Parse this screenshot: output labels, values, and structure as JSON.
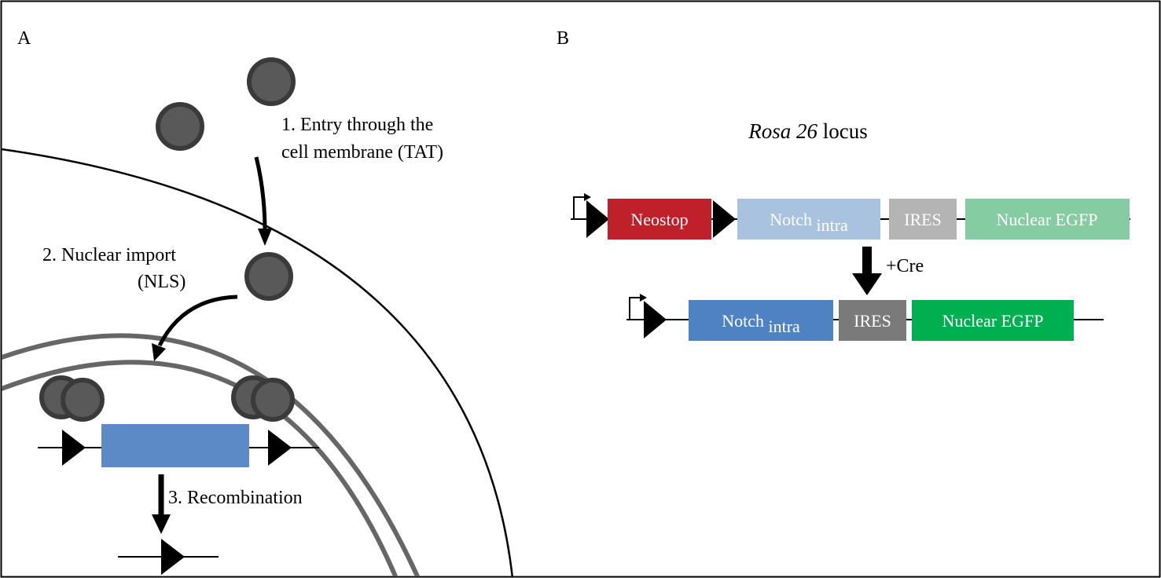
{
  "panel_a": {
    "label": "A",
    "step1": {
      "line1": "1. Entry through the",
      "line2": "cell membrane (TAT)"
    },
    "step2": {
      "line1": "2. Nuclear import",
      "line2": "(NLS)"
    },
    "step3": "3. Recombination"
  },
  "panel_b": {
    "label": "B",
    "locus_title_italic": "Rosa 26",
    "locus_title_rest": " locus",
    "cre_label": "+Cre",
    "before": [
      {
        "label": "Neostop",
        "sub": "",
        "color": "#c0202a",
        "text_color": "#ffffff"
      },
      {
        "label": "Notch ",
        "sub": "intra",
        "color": "#a9c2e0",
        "text_color": "#ffffff"
      },
      {
        "label": "IRES",
        "sub": "",
        "color": "#b4b4b4",
        "text_color": "#ffffff"
      },
      {
        "label": "Nuclear EGFP",
        "sub": "",
        "color": "#86cca3",
        "text_color": "#ffffff"
      }
    ],
    "after": [
      {
        "label": "Notch ",
        "sub": "intra",
        "color": "#4f82c2",
        "text_color": "#ffffff"
      },
      {
        "label": "IRES",
        "sub": "",
        "color": "#7a7a7a",
        "text_color": "#ffffff"
      },
      {
        "label": "Nuclear EGFP",
        "sub": "",
        "color": "#00b050",
        "text_color": "#ffffff"
      }
    ]
  },
  "colors": {
    "protein_fill": "#595959",
    "protein_stroke": "#3a3a3a",
    "nuclear_envelope": "#666666",
    "excised_gene": "#5b8ac7",
    "loxp": "#000000"
  }
}
